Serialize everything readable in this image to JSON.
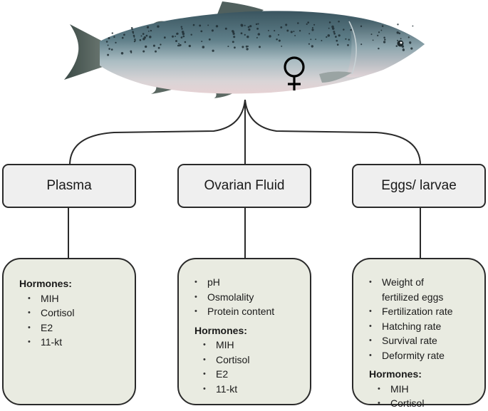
{
  "colors": {
    "box_fill": "#efefef",
    "detail_fill": "#e9ebe1",
    "stroke": "#2a2a2a"
  },
  "fish_icon": "female-atlantic-salmon",
  "symbol": "female-symbol",
  "categories": [
    {
      "label": "Plasma"
    },
    {
      "label": "Ovarian Fluid"
    },
    {
      "label": "Eggs/ larvae"
    }
  ],
  "details": {
    "plasma": {
      "hormones_label": "Hormones:",
      "hormones": [
        "MIH",
        "Cortisol",
        "E2",
        "11-kt"
      ]
    },
    "ovarian_fluid": {
      "items": [
        "pH",
        "Osmolality",
        "Protein content"
      ],
      "hormones_label": "Hormones:",
      "hormones": [
        "MIH",
        "Cortisol",
        "E2",
        "11-kt"
      ]
    },
    "eggs_larvae": {
      "items": [
        "Weight of",
        "fertilized eggs",
        "Fertilization rate",
        "Hatching rate",
        "Survival rate",
        "Deformity rate"
      ],
      "hormones_label": "Hormones:",
      "hormones": [
        "MIH",
        "Cortisol"
      ]
    }
  }
}
